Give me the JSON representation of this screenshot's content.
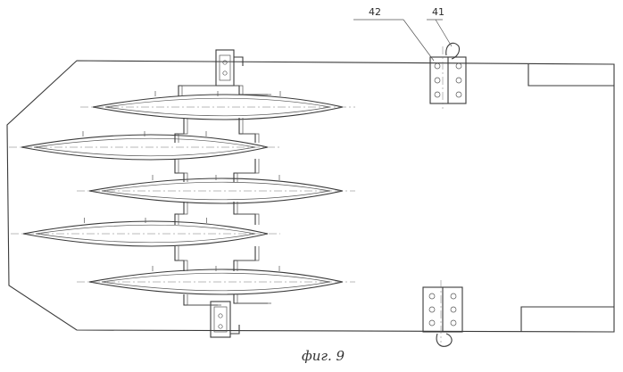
{
  "figure": {
    "caption": "фиг. 9",
    "callouts": [
      {
        "id": "c42",
        "text": "42"
      },
      {
        "id": "c41",
        "text": "41"
      }
    ]
  }
}
